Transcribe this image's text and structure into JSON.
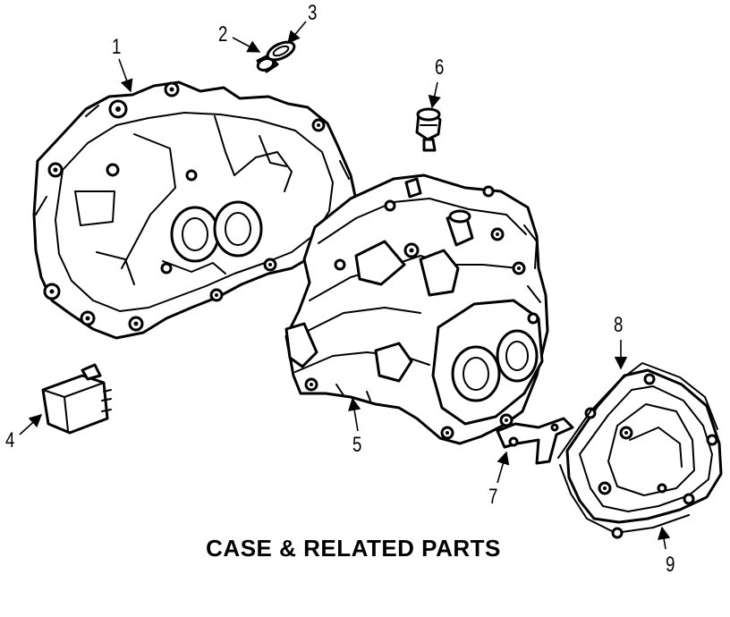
{
  "diagram": {
    "caption": "CASE & RELATED PARTS",
    "callouts": [
      {
        "id": "1",
        "label": "1"
      },
      {
        "id": "2",
        "label": "2"
      },
      {
        "id": "3",
        "label": "3"
      },
      {
        "id": "4",
        "label": "4"
      },
      {
        "id": "5",
        "label": "5"
      },
      {
        "id": "6",
        "label": "6"
      },
      {
        "id": "7",
        "label": "7"
      },
      {
        "id": "8",
        "label": "8"
      },
      {
        "id": "9",
        "label": "9"
      }
    ],
    "parts": [
      {
        "id": "1",
        "icon": "clutch-housing-icon"
      },
      {
        "id": "2",
        "icon": "bushing-icon"
      },
      {
        "id": "3",
        "icon": "seal-ring-icon"
      },
      {
        "id": "4",
        "icon": "switch-module-icon"
      },
      {
        "id": "5",
        "icon": "transaxle-case-icon"
      },
      {
        "id": "6",
        "icon": "breather-plug-icon"
      },
      {
        "id": "7",
        "icon": "bracket-icon"
      },
      {
        "id": "8",
        "icon": "end-cover-icon"
      },
      {
        "id": "9",
        "icon": "gasket-icon"
      }
    ]
  }
}
